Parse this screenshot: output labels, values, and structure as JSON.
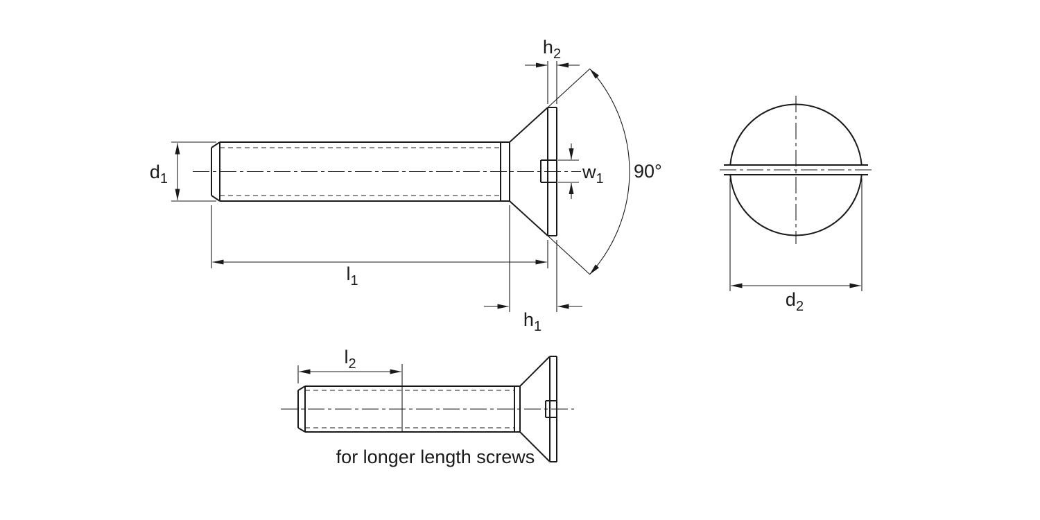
{
  "labels": {
    "d1": {
      "base": "d",
      "sub": "1"
    },
    "h2": {
      "base": "h",
      "sub": "2"
    },
    "w1": {
      "base": "w",
      "sub": "1"
    },
    "angle": "90°",
    "l1": {
      "base": "l",
      "sub": "1"
    },
    "h1": {
      "base": "h",
      "sub": "1"
    },
    "l2": {
      "base": "l",
      "sub": "2"
    },
    "d2": {
      "base": "d",
      "sub": "2"
    }
  },
  "note": "for longer length screws",
  "colors": {
    "line": "#1a1a1a",
    "background": "#ffffff"
  }
}
